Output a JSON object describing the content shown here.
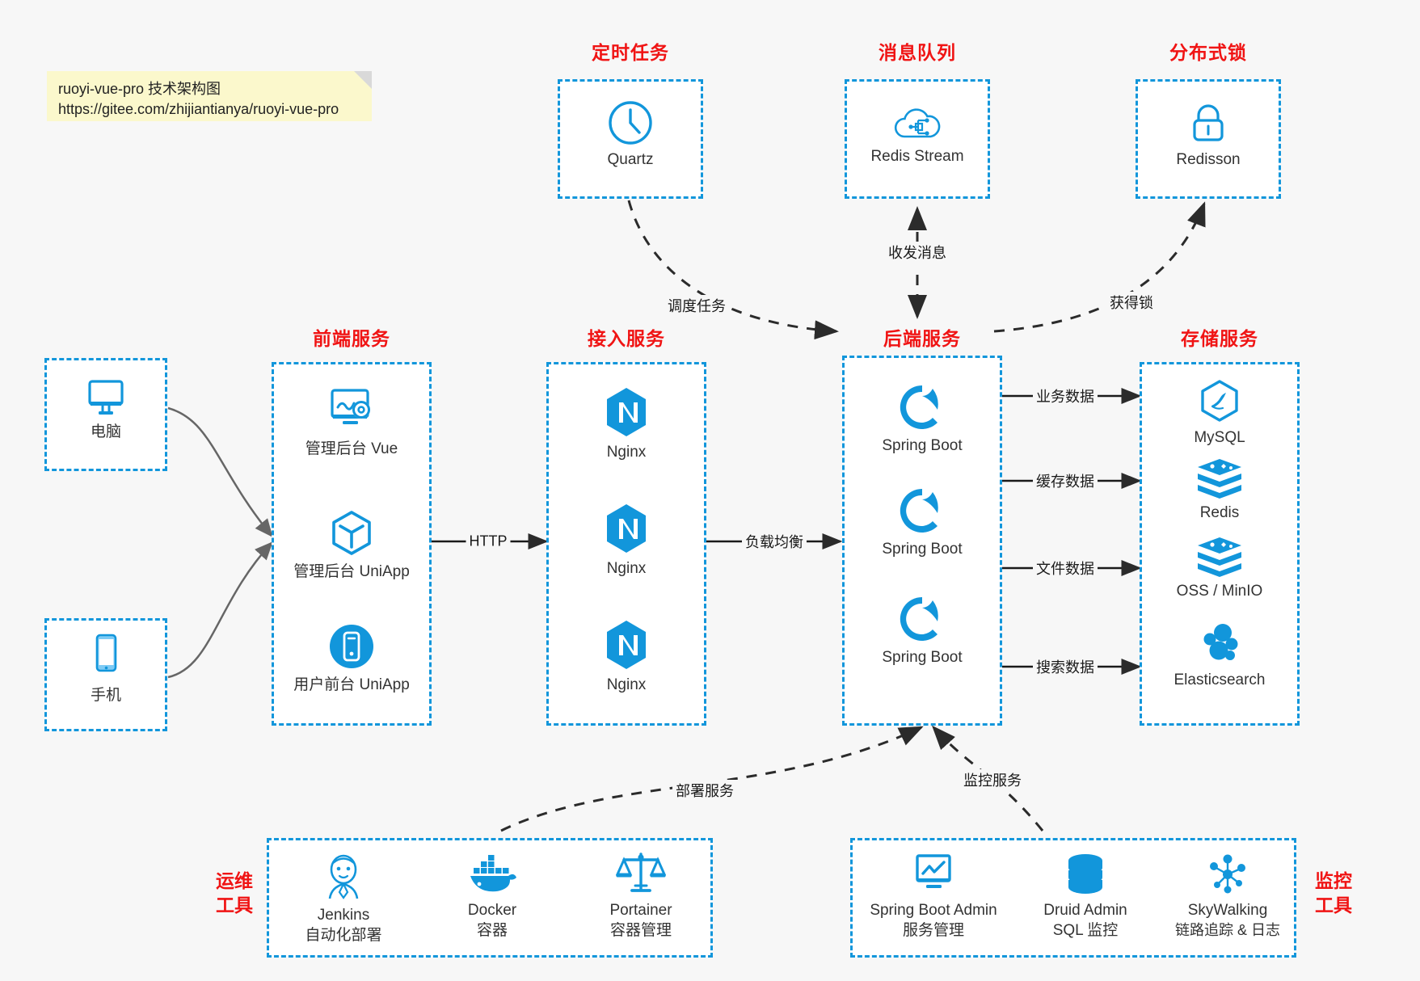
{
  "note": {
    "line1": "ruoyi-vue-pro 技术架构图",
    "line2": "https://gitee.com/zhijiantianya/ruoyi-vue-pro"
  },
  "colors": {
    "accent": "#1296db",
    "title_red": "#f01414",
    "background": "#f7f7f7",
    "note_bg": "#fbf8cc",
    "text": "#333333"
  },
  "groups": {
    "scheduler": {
      "title": "定时任务",
      "nodes": [
        {
          "label": "Quartz",
          "icon": "clock-icon"
        }
      ]
    },
    "message_queue": {
      "title": "消息队列",
      "nodes": [
        {
          "label": "Redis Stream",
          "icon": "cloud-network-icon"
        }
      ]
    },
    "distributed_lock": {
      "title": "分布式锁",
      "nodes": [
        {
          "label": "Redisson",
          "icon": "padlock-icon"
        }
      ]
    },
    "clients": {
      "nodes": [
        {
          "label": "电脑",
          "icon": "desktop-monitor-icon"
        },
        {
          "label": "手机",
          "icon": "mobile-phone-icon"
        }
      ]
    },
    "frontend": {
      "title": "前端服务",
      "nodes": [
        {
          "label": "管理后台 Vue",
          "icon": "monitor-gear-icon"
        },
        {
          "label": "管理后台 UniApp",
          "icon": "hex-cube-icon"
        },
        {
          "label": "用户前台 UniApp",
          "icon": "phone-circle-icon"
        }
      ]
    },
    "gateway": {
      "title": "接入服务",
      "nodes": [
        {
          "label": "Nginx",
          "icon": "nginx-icon"
        },
        {
          "label": "Nginx",
          "icon": "nginx-icon"
        },
        {
          "label": "Nginx",
          "icon": "nginx-icon"
        }
      ]
    },
    "backend": {
      "title": "后端服务",
      "nodes": [
        {
          "label": "Spring Boot",
          "icon": "spring-leaf-icon"
        },
        {
          "label": "Spring Boot",
          "icon": "spring-leaf-icon"
        },
        {
          "label": "Spring Boot",
          "icon": "spring-leaf-icon"
        }
      ]
    },
    "storage": {
      "title": "存储服务",
      "nodes": [
        {
          "label": "MySQL",
          "icon": "mysql-dolphin-icon"
        },
        {
          "label": "Redis",
          "icon": "redis-stack-icon"
        },
        {
          "label": "OSS / MinIO",
          "icon": "redis-stack-icon"
        },
        {
          "label": "Elasticsearch",
          "icon": "elasticsearch-icon"
        }
      ]
    },
    "devops": {
      "title": "运维\n工具",
      "nodes": [
        {
          "label": "Jenkins",
          "sublabel": "自动化部署",
          "icon": "jenkins-butler-icon"
        },
        {
          "label": "Docker",
          "sublabel": "容器",
          "icon": "docker-whale-icon"
        },
        {
          "label": "Portainer",
          "sublabel": "容器管理",
          "icon": "scales-icon"
        }
      ]
    },
    "monitoring": {
      "title": "监控\n工具",
      "nodes": [
        {
          "label": "Spring Boot Admin",
          "sublabel": "服务管理",
          "icon": "monitor-chart-icon"
        },
        {
          "label": "Druid Admin",
          "sublabel": "SQL 监控",
          "icon": "database-cylinder-icon"
        },
        {
          "label": "SkyWalking",
          "sublabel": "链路追踪 & 日志",
          "icon": "node-graph-icon"
        }
      ]
    }
  },
  "edges": {
    "http": "HTTP",
    "load_balance": "负载均衡",
    "schedule_task": "调度任务",
    "send_receive_message": "收发消息",
    "acquire_lock": "获得锁",
    "business_data": "业务数据",
    "cache_data": "缓存数据",
    "file_data": "文件数据",
    "search_data": "搜索数据",
    "deploy_service": "部署服务",
    "monitor_service": "监控服务"
  }
}
